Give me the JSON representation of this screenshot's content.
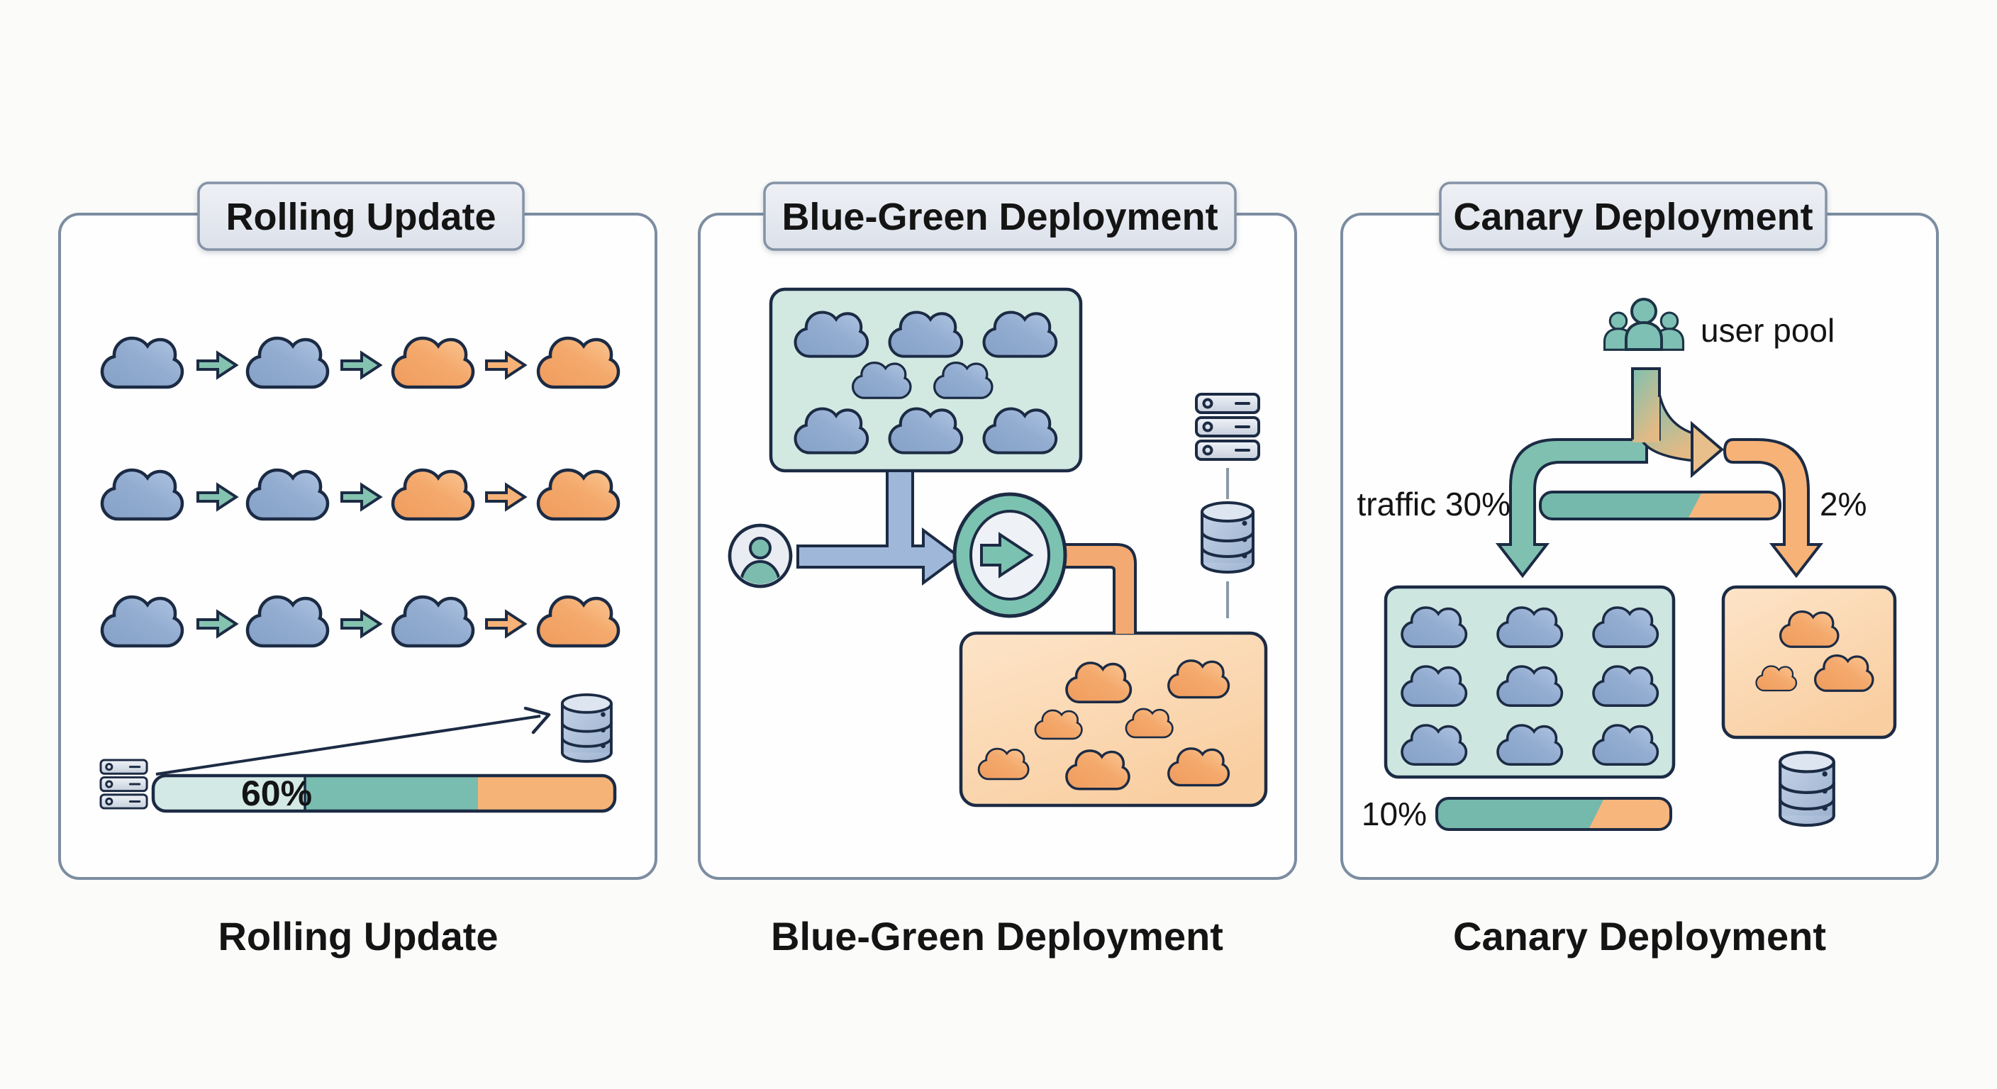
{
  "colors": {
    "outline": "#1c2b44",
    "panel_border": "#7c8da0",
    "header_bg": "#e6eaf0",
    "blue_cloud": "#92acd0",
    "orange_cloud": "#f4a96c",
    "teal_arrow": "#84c3b0",
    "orange_arrow": "#f6b277",
    "blue_pipe": "#9fb7d8",
    "orange_pipe": "#f3aa72",
    "green_box": "#d2e9e2",
    "orange_box": "#fbd8b4",
    "bar_light_teal": "#d3e9e5",
    "bar_teal": "#79bcb0",
    "bar_orange": "#f5b377",
    "user_teal": "#7fc0b4",
    "database_blue": "#a9bdd8"
  },
  "panels": [
    {
      "title": "Rolling Update",
      "caption": "Rolling Update",
      "rows": [
        {
          "clouds": [
            "blue",
            "blue",
            "orange",
            "orange"
          ],
          "arrows": [
            "teal",
            "teal",
            "orange"
          ]
        },
        {
          "clouds": [
            "blue",
            "blue",
            "orange",
            "orange"
          ],
          "arrows": [
            "teal",
            "teal",
            "orange"
          ]
        },
        {
          "clouds": [
            "blue",
            "blue",
            "blue",
            "orange"
          ],
          "arrows": [
            "teal",
            "teal",
            "orange"
          ]
        }
      ],
      "progress_bar": {
        "label": "60%",
        "segments": [
          {
            "color": "light-teal",
            "fraction": 0.33
          },
          {
            "color": "teal",
            "fraction": 0.38
          },
          {
            "color": "orange",
            "fraction": 0.29
          }
        ]
      },
      "icons": [
        "server-stack-icon",
        "database-icon",
        "migration-arrow"
      ]
    },
    {
      "title": "Blue-Green Deployment",
      "caption": "Blue-Green Deployment",
      "blue_environment": {
        "box_color": "green",
        "cloud_color": "blue",
        "cloud_rows": [
          3,
          2,
          3
        ],
        "cloud_count": 8
      },
      "green_environment": {
        "box_color": "orange",
        "cloud_color": "orange",
        "cloud_rows": [
          2,
          2,
          3
        ],
        "cloud_count": 7
      },
      "icons": [
        "user-icon",
        "switch-arrow-icon",
        "server-stack-icon",
        "database-icon"
      ]
    },
    {
      "title": "Canary Deployment",
      "caption": "Canary Deployment",
      "user_pool_label": "user pool",
      "stable_traffic_label": "traffic 30%",
      "canary_traffic_label": "2%",
      "traffic_bar": {
        "teal_fraction": 0.65,
        "orange_fraction": 0.35
      },
      "stable_cluster": {
        "cloud_color": "blue",
        "rows": [
          3,
          3,
          3
        ],
        "cloud_count": 9
      },
      "canary_cluster": {
        "cloud_color": "orange",
        "cloud_count": 3
      },
      "rollout_bar": {
        "label": "10%",
        "teal_fraction": 0.68,
        "orange_fraction": 0.32
      },
      "icons": [
        "user-pool-icon",
        "split-arrows-icon",
        "database-icon"
      ]
    }
  ]
}
